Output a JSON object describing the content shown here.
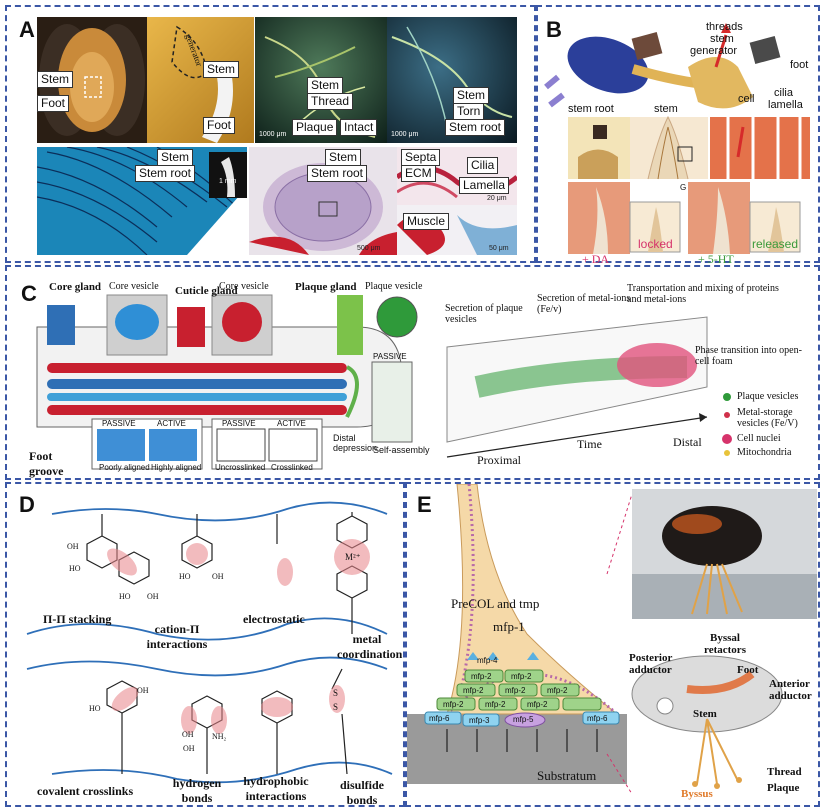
{
  "panels": {
    "A": {
      "label": "A",
      "tags": [
        "Stem",
        "Foot",
        "Stem",
        "Foot",
        "Stem",
        "Thread",
        "Plaque",
        "Intact",
        "Stem",
        "Torn",
        "Stem root",
        "Stem",
        "Stem root",
        "Stem",
        "Stem root",
        "Septa",
        "ECM",
        "Cilia",
        "Lamella",
        "Muscle"
      ],
      "generator": "generator",
      "scales": [
        "1000 μm",
        "1000 μm",
        "1 mm",
        "500 μm",
        "20 μm",
        "50 μm"
      ]
    },
    "B": {
      "label": "B",
      "labels": [
        "threads",
        "stem",
        "generator",
        "foot",
        "stem root",
        "stem",
        "cell",
        "cilia",
        "lamella",
        "locked",
        "released",
        "+ DA",
        "+ 5-HT",
        "G"
      ]
    },
    "C": {
      "label": "C",
      "left": [
        "Core gland",
        "Core vesicle",
        "Cuticle gland",
        "Core vesicle",
        "Plaque gland",
        "Plaque vesicle",
        "PASSIVE",
        "PASSIVE",
        "ACTIVE",
        "PASSIVE",
        "ACTIVE",
        "Foot groove",
        "Poorly aligned",
        "Highly aligned",
        "Uncrosslinked",
        "Crosslinked",
        "Distal depression",
        "Self-assembly"
      ],
      "right": [
        "Secretion of plaque vesicles",
        "Secretion of metal-ions (Fe/v)",
        "Transportation and mixing of proteins and metal-ions",
        "Phase transition into open-cell foam",
        "Time",
        "Proximal",
        "Distal"
      ],
      "legend": [
        "Plaque vesicles",
        "Metal-storage vesicles (Fe/V)",
        "Cell nuclei",
        "Mitochondria"
      ],
      "legend_colors": [
        "#2f9a3a",
        "#d0304a",
        "#d6336b",
        "#e8c33a"
      ]
    },
    "D": {
      "label": "D",
      "labels": [
        "Π-Π stacking",
        "cation-Π interactions",
        "electrostatic",
        "metal coordination",
        "covalent crosslinks",
        "hydrogen bonds",
        "hydrophobic interactions",
        "disulfide bonds"
      ],
      "atoms": [
        "HO",
        "OH",
        "HO",
        "OH",
        "HO",
        "OH",
        "M²⁺",
        "HO",
        "OH",
        "OH",
        "OH",
        "NH₂",
        "S",
        "S"
      ]
    },
    "E": {
      "label": "E",
      "left": [
        "PreCOL and tmp",
        "mfp-1",
        "mfp-4",
        "mfp-2",
        "mfp-2",
        "mfp-2",
        "mfp-2",
        "mfp-2",
        "mfp-2",
        "mfp-2",
        "mfp-2",
        "mfp-6",
        "mfp-6",
        "mfp-3",
        "mfp-5",
        "Substratum"
      ],
      "right": [
        "Byssal retactors",
        "Posterior adductor",
        "Foot",
        "Anterior adductor",
        "Stem",
        "Thread",
        "Plaque",
        "Byssus"
      ]
    }
  }
}
